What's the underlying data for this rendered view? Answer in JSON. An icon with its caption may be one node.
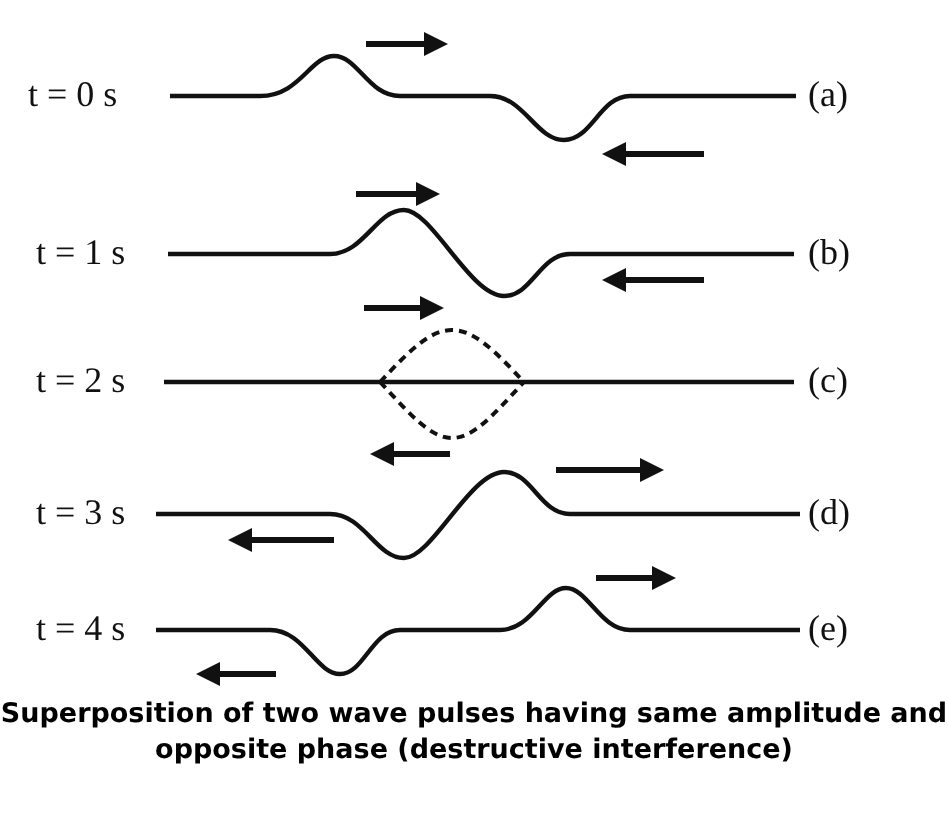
{
  "diagram": {
    "caption": "Superposition of two wave pulses having same amplitude and opposite phase (destructive interference)",
    "labels": [
      "t = 0 s",
      "(a)",
      "t = 1 s",
      "(b)",
      "t = 2 s",
      "(c)",
      "t = 3 s",
      "(d)",
      "t = 4 s",
      "(e)"
    ]
  }
}
